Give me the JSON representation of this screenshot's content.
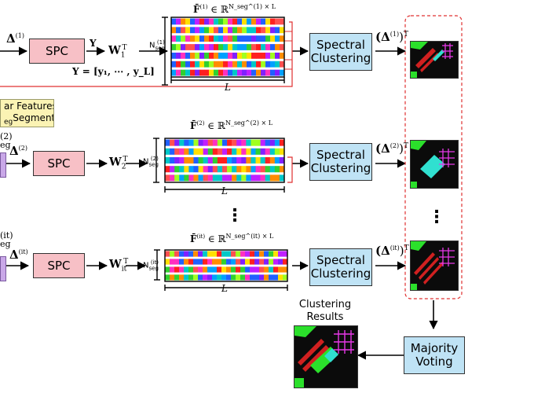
{
  "steps": {
    "spc_label": "SPC",
    "spectral_clustering_label": "Spectral Clustering",
    "majority_voting_label": "Majority Voting",
    "clustering_results_label": "Clustering Results"
  },
  "row1": {
    "delta_in": "Δ",
    "delta_in_sup": "(1)",
    "y_label": "Y",
    "w_label": "W",
    "w_sub": "1",
    "w_sup": "T",
    "y_def": "Y = [y₁, ⋯ , y_L]",
    "f_label": "F̄",
    "f_sup": "(1)",
    "f_space": "∈ ℝ",
    "f_dims": "N_seg^(1) × L",
    "n_seg": "N",
    "n_seg_sub": "seg",
    "n_seg_sup": "(1)",
    "l_label": "L",
    "delta_out": "(Δ",
    "delta_out_sup": "(1)",
    "delta_out_close": ")",
    "delta_out_T": "T"
  },
  "row2": {
    "delta_in": "Δ",
    "delta_in_sup": "(2)",
    "w_label": "W",
    "w_sub": "2",
    "w_sup": "T",
    "f_label": "F̄",
    "f_sup": "(2)",
    "f_space": "∈ ℝ",
    "f_dims": "N_seg^(2) × L",
    "n_seg": "N",
    "n_seg_sub": "seg",
    "n_seg_sup": "(2)",
    "l_label": "L",
    "delta_out": "(Δ",
    "delta_out_sup": "(2)",
    "delta_out_close": ")",
    "delta_out_T": "T",
    "left_sup": "(2)",
    "left_sub": "eg"
  },
  "row3": {
    "delta_in": "Δ",
    "delta_in_sup": "(it)",
    "w_label": "W",
    "w_sub": "it",
    "w_sup": "T",
    "f_label": "F̄",
    "f_sup": "(it)",
    "f_space": "∈ ℝ",
    "f_dims": "N_seg^(it) × L",
    "n_seg": "N",
    "n_seg_sub": "seg",
    "n_seg_sup": "(it)",
    "l_label": "L",
    "delta_out": "(Δ",
    "delta_out_sup": "(it)",
    "delta_out_close": ")",
    "delta_out_T": "T",
    "left_sup": "(it)",
    "left_sub": "eg"
  },
  "note": {
    "line1": "ar Features",
    "line2_sub": "eg",
    "line2": "Segments"
  },
  "vdots": "⋮",
  "colors": {
    "spc_fill": "#f7c0c6",
    "spectral_fill": "#bfe3f5",
    "note_fill": "#fbf3b4",
    "purple_fill": "#c9a8e8",
    "red_line": "#e03030",
    "dashed_red": "#e03030"
  }
}
